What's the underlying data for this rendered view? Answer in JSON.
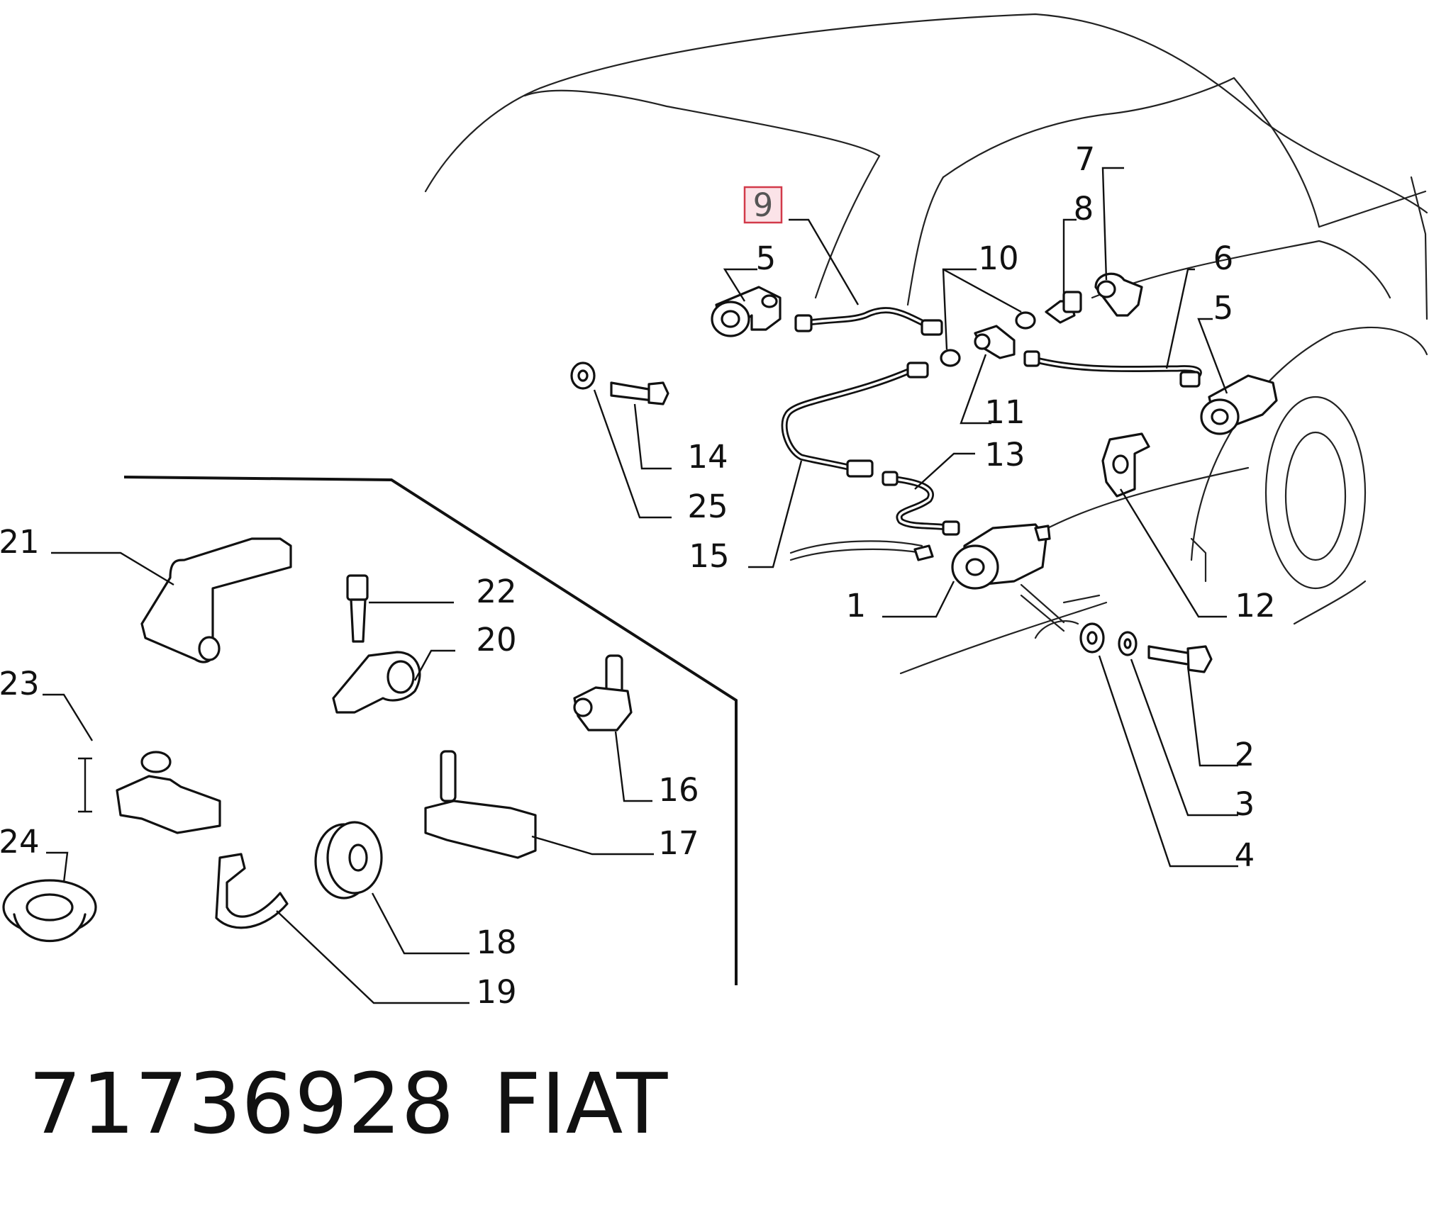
{
  "highlighted_callout": "9",
  "callouts": {
    "c1": "1",
    "c2": "2",
    "c3": "3",
    "c4": "4",
    "c5a": "5",
    "c5b": "5",
    "c6": "6",
    "c7": "7",
    "c8": "8",
    "c9": "9",
    "c10": "10",
    "c11": "11",
    "c12": "12",
    "c13": "13",
    "c14": "14",
    "c15": "15",
    "c16": "16",
    "c17": "17",
    "c18": "18",
    "c19": "19",
    "c20": "20",
    "c21": "21",
    "c22": "22",
    "c23": "23",
    "c24": "24",
    "c25": "25"
  },
  "footer": {
    "part_number": "71736928",
    "brand": "FIAT"
  }
}
